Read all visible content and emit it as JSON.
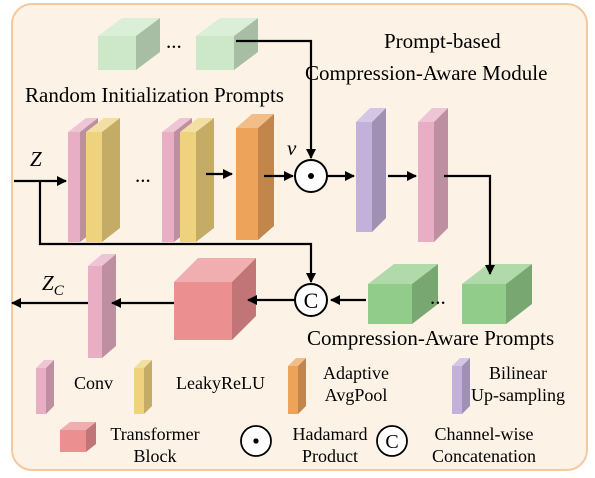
{
  "diagram": {
    "module_title_line1": "Prompt-based",
    "module_title_line2": "Compression-Aware Module",
    "random_prompts_label": "Random Initialization Prompts",
    "compression_prompts_label": "Compression-Aware Prompts",
    "input_var": "Z",
    "output_var_base": "Z",
    "output_var_sub": "C",
    "v_label": "v",
    "ellipsis": "...",
    "hadamard_symbol": "·",
    "concat_symbol": "C"
  },
  "legend": {
    "conv": "Conv",
    "leaky": "LeakyReLU",
    "avgpool_line1": "Adaptive",
    "avgpool_line2": "AvgPool",
    "bilinear_line1": "Bilinear",
    "bilinear_line2": "Up-sampling",
    "transformer_line1": "Transformer",
    "transformer_line2": "Block",
    "hadamard_line1": "Hadamard",
    "hadamard_line2": "Product",
    "concat_line1": "Channel-wise",
    "concat_line2": "Concatenation"
  },
  "colors": {
    "panel_fill": "#fdf2e6",
    "panel_border": "#f3c9a0",
    "conv": "#e8aec4",
    "leaky": "#efd27e",
    "avgpool": "#eda45a",
    "bilinear": "#c3b1dc",
    "transformer": "#ec8f91",
    "random_prompt": "#cde8c8",
    "ca_prompt": "#92cc8a"
  }
}
